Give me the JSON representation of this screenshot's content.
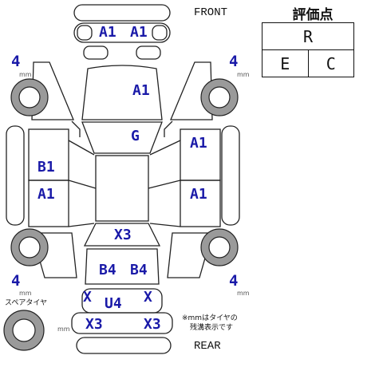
{
  "grade": {
    "title": "評価点",
    "overall": "R",
    "exterior": "E",
    "interior": "C"
  },
  "directions": {
    "front": "FRONT",
    "rear": "REAR"
  },
  "tread_depth": {
    "front_left": "4",
    "front_right": "4",
    "rear_left": "4",
    "rear_right": "4",
    "unit": "mm"
  },
  "spare_tire_label": "スペアタイヤ",
  "note": {
    "line1": "※mmはタイヤの",
    "line2": "残溝表示です"
  },
  "damage": {
    "front_grille_left": "A1",
    "front_grille_right": "A1",
    "hood": "A1",
    "roof": "G",
    "left_front_door": "B1",
    "left_rear_door": "A1",
    "right_front_door": "A1",
    "right_rear_door": "A1",
    "rear_glass": "X3",
    "trunk_left": "B4",
    "trunk_right": "B4",
    "rear_panel_left": "X",
    "rear_panel_center": "U4",
    "rear_panel_right": "X",
    "rear_bumper_left": "X3",
    "rear_bumper_right": "X3"
  },
  "colors": {
    "damage_text": "#1a1aa8",
    "line": "#222222",
    "tire_gray": "#9a9a9a"
  }
}
